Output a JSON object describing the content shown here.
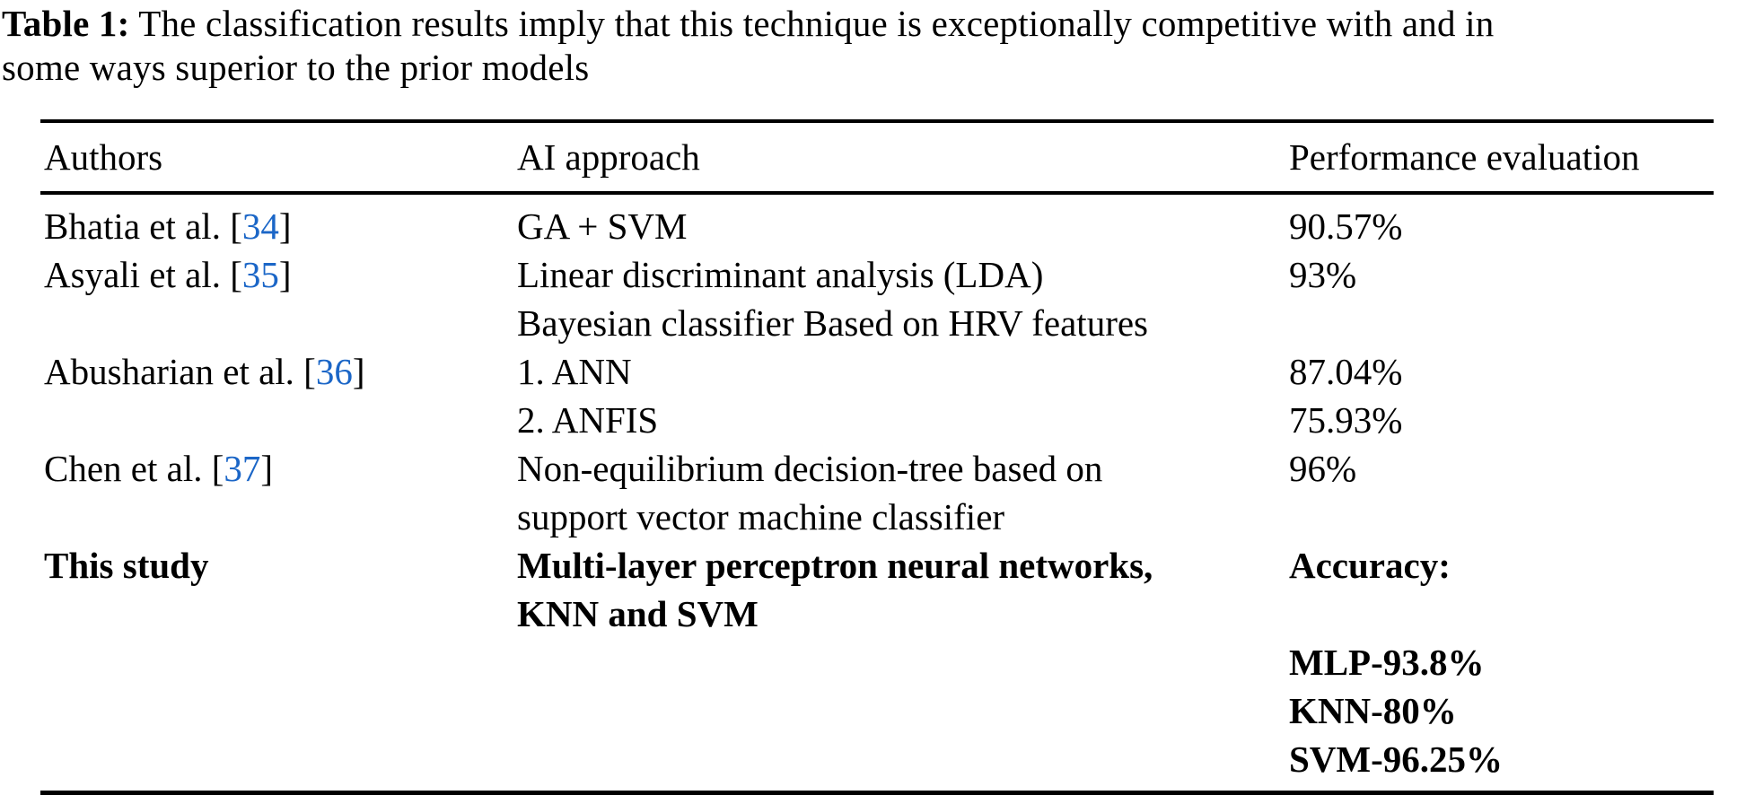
{
  "theme": {
    "citation_color": "#1b66c7",
    "text_color": "#000000",
    "background_color": "#ffffff"
  },
  "caption": {
    "label": "Table 1:",
    "line1": " The classification results imply that this technique is exceptionally competitive with and in",
    "line2": "some ways superior to the prior models"
  },
  "table": {
    "headers": [
      "Authors",
      "AI approach",
      "Performance evaluation"
    ],
    "rows": [
      {
        "author_pre": "Bhatia et al. [",
        "cite": "34",
        "author_post": "]",
        "approach": "GA + SVM",
        "perf": "90.57%"
      },
      {
        "author_pre": "Asyali et al. [",
        "cite": "35",
        "author_post": "]",
        "approach": "Linear discriminant analysis (LDA)",
        "perf": "93%"
      },
      {
        "approach": "Bayesian classifier Based on HRV features"
      },
      {
        "author_pre": "Abusharian et al. [",
        "cite": "36",
        "author_post": "]",
        "approach": "1. ANN",
        "perf": "87.04%"
      },
      {
        "approach": "2. ANFIS",
        "perf": "75.93%"
      },
      {
        "author_pre": "Chen et al. [",
        "cite": "37",
        "author_post": "]",
        "approach": "Non-equilibrium decision-tree based on",
        "perf": "96%"
      },
      {
        "approach": "support vector machine classifier"
      },
      {
        "author_pre": "This study",
        "approach": "Multi-layer perceptron neural networks,",
        "perf": "Accuracy:"
      },
      {
        "approach": "KNN and SVM"
      },
      {
        "perf": "MLP-93.8%"
      },
      {
        "perf": "KNN-80%"
      },
      {
        "perf": "SVM-96.25%"
      }
    ]
  }
}
